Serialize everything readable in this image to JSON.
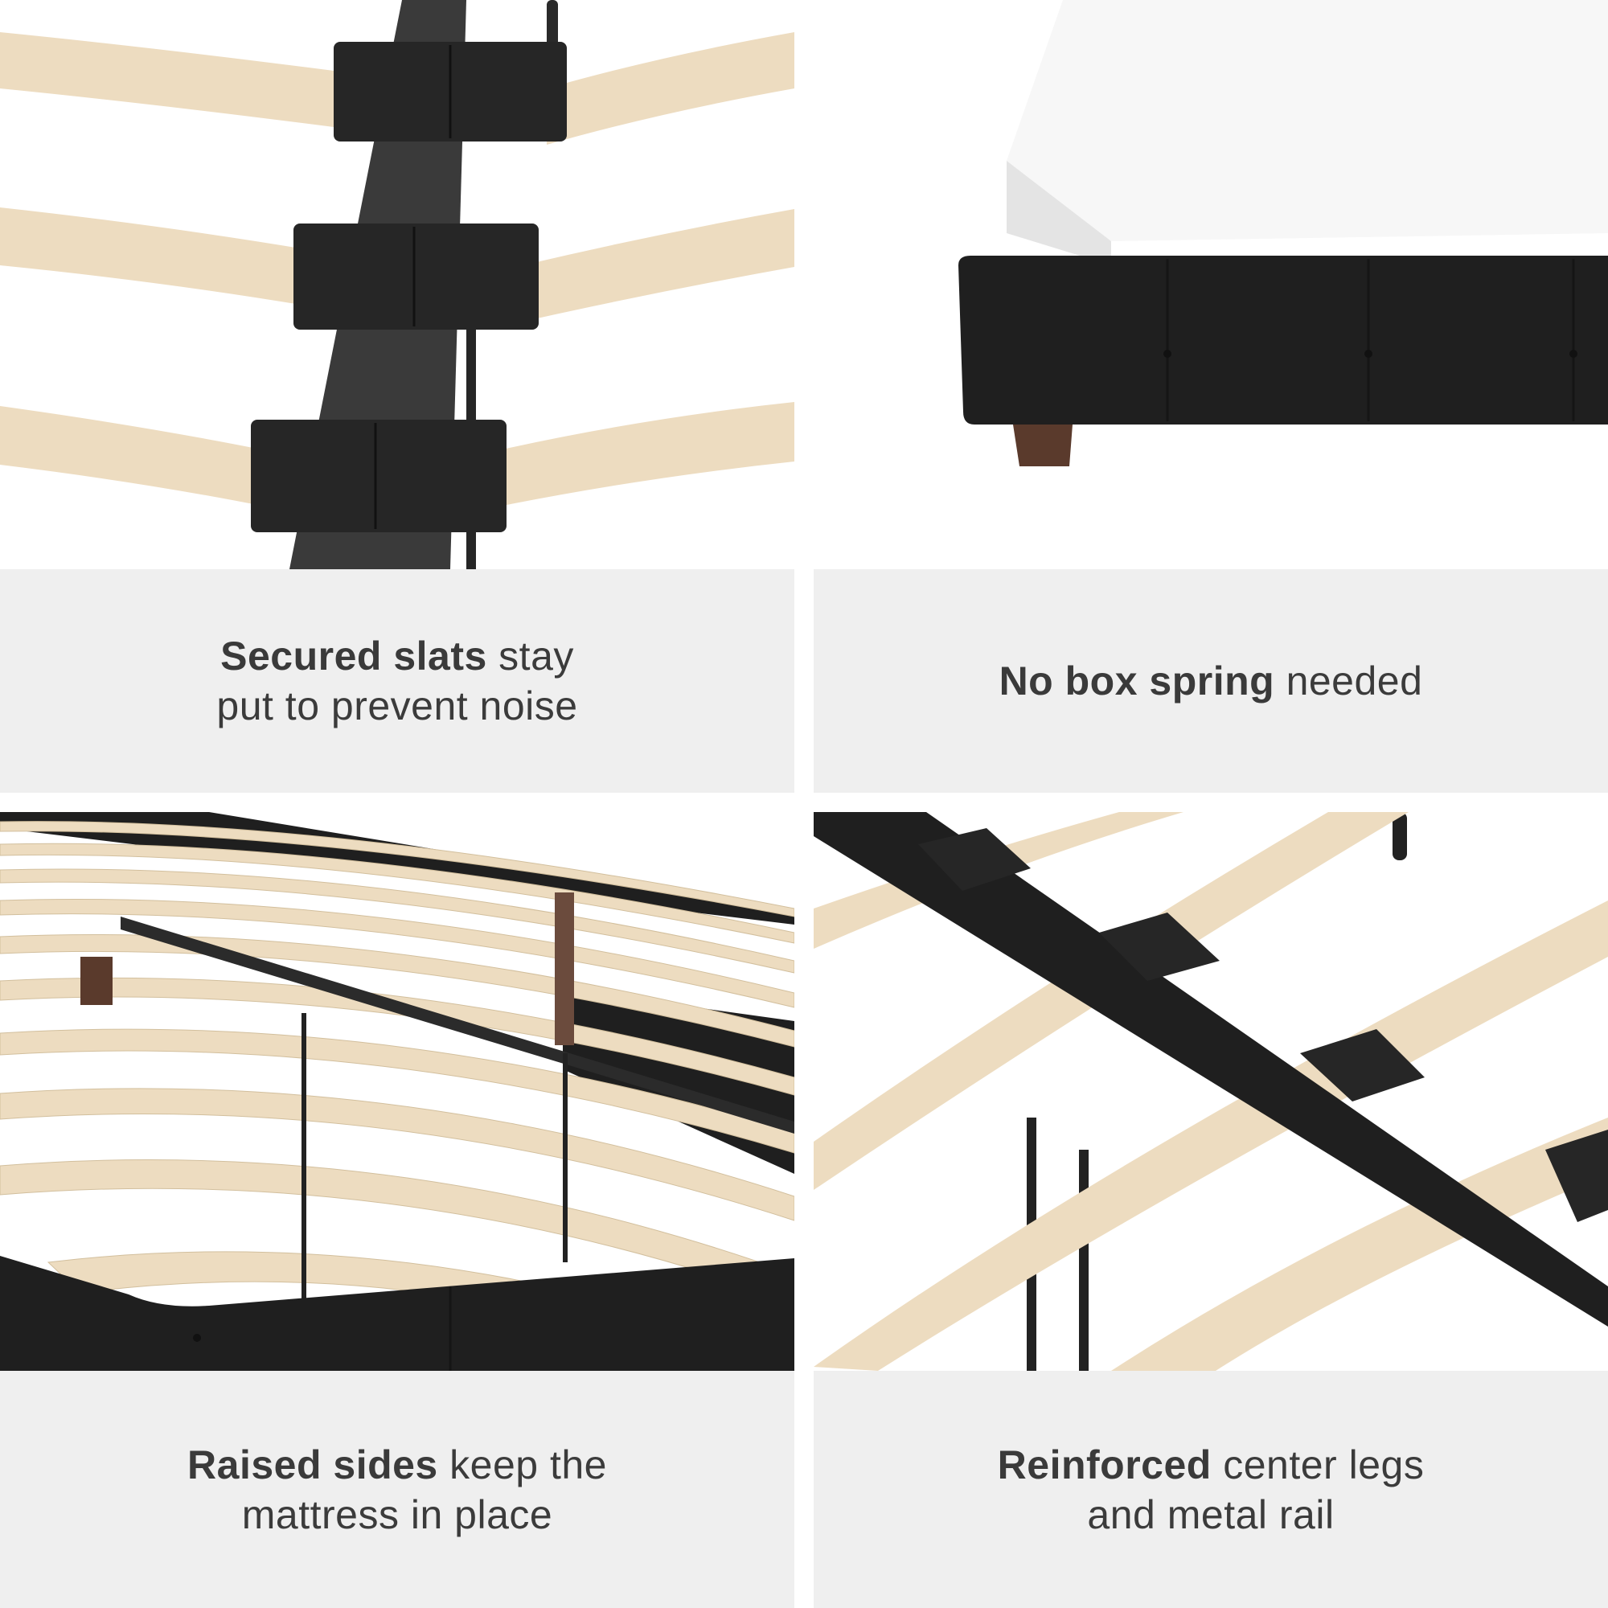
{
  "colors": {
    "slat": "#eddcc0",
    "slat_shadow": "#d9c6a6",
    "metal": "#2b2b2b",
    "bracket": "#262626",
    "upholstery": "#1f1f1f",
    "leg_wood": "#5a3a2c",
    "caption_bg": "#efefef",
    "caption_text": "#3b3b3b",
    "mattress": "#f6f6f6"
  },
  "captions": [
    {
      "bold": "Secured slats",
      "rest_line1": " stay",
      "line2": "put to prevent noise"
    },
    {
      "bold": "No box spring",
      "rest_line1": " needed",
      "line2": ""
    },
    {
      "bold": "Raised sides",
      "rest_line1": " keep the",
      "line2": "mattress in place"
    },
    {
      "bold": "Reinforced",
      "rest_line1": " center legs",
      "line2": "and metal rail"
    }
  ],
  "images": [
    {
      "icon": "slat-bracket-closeup-photo"
    },
    {
      "icon": "upholstered-bed-with-mattress-photo"
    },
    {
      "icon": "raised-side-rails-photo"
    },
    {
      "icon": "center-rail-and-legs-photo"
    }
  ]
}
